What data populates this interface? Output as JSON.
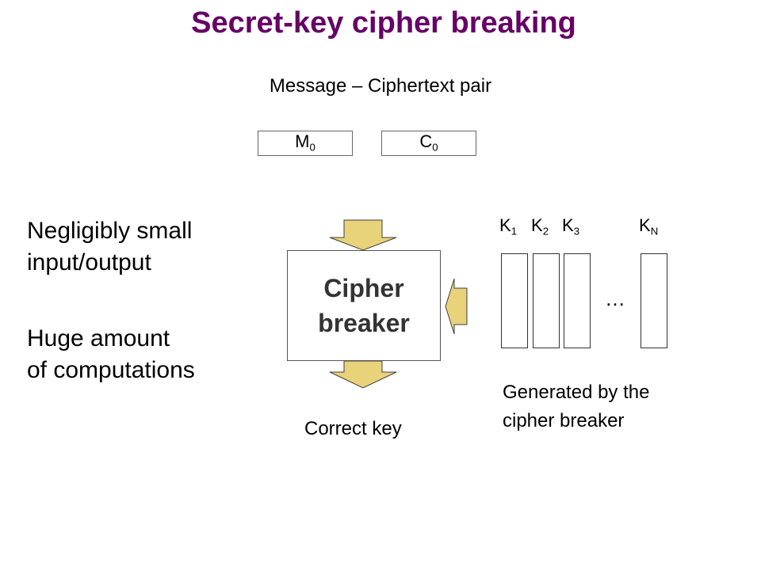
{
  "title": "Secret-key cipher breaking",
  "pair": {
    "label": "Message – Ciphertext pair",
    "message": {
      "base": "M",
      "sub": "0"
    },
    "cipher": {
      "base": "C",
      "sub": "0"
    }
  },
  "notes": {
    "line1": "Negligibly small",
    "line2": "input/output",
    "line3": "Huge amount",
    "line4": "of computations"
  },
  "breaker": {
    "line1": "Cipher",
    "line2": "breaker"
  },
  "keys": [
    {
      "base": "K",
      "sub": "1"
    },
    {
      "base": "K",
      "sub": "2"
    },
    {
      "base": "K",
      "sub": "3"
    },
    {
      "base": "K",
      "sub": "N"
    }
  ],
  "ellipsis": "…",
  "generated": {
    "line1": "Generated by the",
    "line2": "cipher breaker"
  },
  "output_label": "Correct key",
  "colors": {
    "title": "#660066",
    "arrow_fill": "#E8D27A",
    "arrow_stroke": "#404040"
  }
}
